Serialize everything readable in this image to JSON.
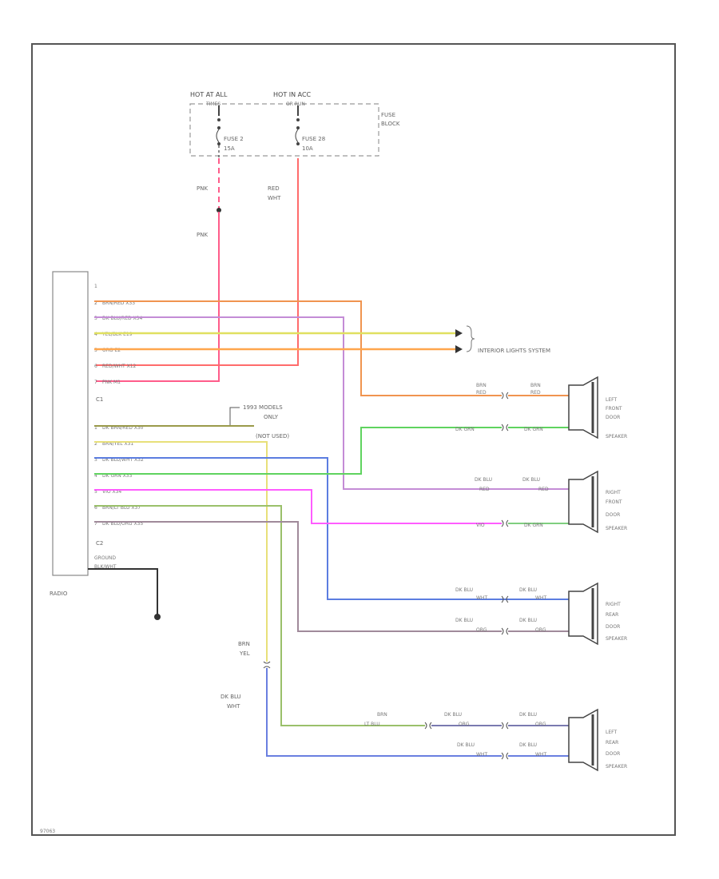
{
  "fuse_block": {
    "hot_at_all": "HOT AT ALL",
    "hot_at_all_2": "TIMES",
    "hot_in_acc": "HOT IN ACC",
    "hot_in_acc_2": "OR RUN",
    "fuse2": "FUSE 2",
    "fuse2_amp": "15A",
    "fuse28": "FUSE 28",
    "fuse28_amp": "10A",
    "label": "FUSE",
    "label_2": "BLOCK"
  },
  "vertical_labels": {
    "pnk_top": "PNK",
    "pnk_bottom": "PNK",
    "red_wht": "RED",
    "red_wht_2": "WHT",
    "brn_yel": "BRN",
    "brn_yel_2": "YEL",
    "dk_blu_wht": "DK BLU",
    "dk_blu_wht_2": "WHT"
  },
  "radio": {
    "label": "RADIO",
    "c1": "C1",
    "c2": "C2",
    "ground": "GROUND",
    "ground_wire": "BLK/WHT",
    "c1_pins": [
      {
        "pin": "1",
        "text": ""
      },
      {
        "pin": "2",
        "text": "BRN/RED  X33"
      },
      {
        "pin": "3",
        "text": "DK BLU/RED  X34"
      },
      {
        "pin": "4",
        "text": "YEL/BLK  E19"
      },
      {
        "pin": "5",
        "text": "ORG  E2"
      },
      {
        "pin": "6",
        "text": "RED/WHT  X12"
      },
      {
        "pin": "7",
        "text": "PNK  M1"
      }
    ],
    "c2_pins": [
      {
        "pin": "1",
        "text": "DK BRN/RED  X30"
      },
      {
        "pin": "2",
        "text": "BRN/YEL  X31"
      },
      {
        "pin": "3",
        "text": "DK BLU/WHT  X32"
      },
      {
        "pin": "4",
        "text": "DK GRN  X33"
      },
      {
        "pin": "5",
        "text": "VIO  X34"
      },
      {
        "pin": "6",
        "text": "BRN/LT BLU  X37"
      },
      {
        "pin": "7",
        "text": "DK BLU/ORG  X35"
      }
    ]
  },
  "notes": {
    "models": "1993 MODELS",
    "models_2": "ONLY",
    "not_used": "(NOT USED)",
    "interior": "INTERIOR LIGHTS SYSTEM"
  },
  "speakers": [
    {
      "name": "LEFT",
      "name2": "FRONT",
      "name3": "DOOR",
      "name4": "SPEAKER"
    },
    {
      "name": "RIGHT",
      "name2": "FRONT",
      "name3": "DOOR",
      "name4": "SPEAKER"
    },
    {
      "name": "RIGHT",
      "name2": "REAR",
      "name3": "DOOR",
      "name4": "SPEAKER"
    },
    {
      "name": "LEFT",
      "name2": "REAR",
      "name3": "DOOR",
      "name4": "SPEAKER"
    }
  ],
  "wire_labels": {
    "lf_a1": "BRN",
    "lf_a2": "RED",
    "lf_b1": "BRN",
    "lf_b2": "RED",
    "lf_c": "DK GRN",
    "lf_d": "DK GRN",
    "rf_a1": "DK BLU",
    "rf_a2": "RED",
    "rf_b1": "DK BLU",
    "rf_b2": "RED",
    "rf_c": "VIO",
    "rf_d": "DK GRN",
    "rr_a1": "DK BLU",
    "rr_a2": "WHT",
    "rr_b1": "DK BLU",
    "rr_b2": "WHT",
    "rr_c1": "DK BLU",
    "rr_c2": "ORG",
    "rr_d1": "DK BLU",
    "rr_d2": "ORG",
    "lr_a1": "BRN",
    "lr_a2": "LT BLU",
    "lr_b1": "DK BLU",
    "lr_b2": "ORG",
    "lr_c1": "DK BLU",
    "lr_c2": "ORG",
    "lr_d1": "DK BLU",
    "lr_d2": "WHT",
    "lr_e1": "DK BLU",
    "lr_e2": "WHT"
  },
  "footer": "97063"
}
